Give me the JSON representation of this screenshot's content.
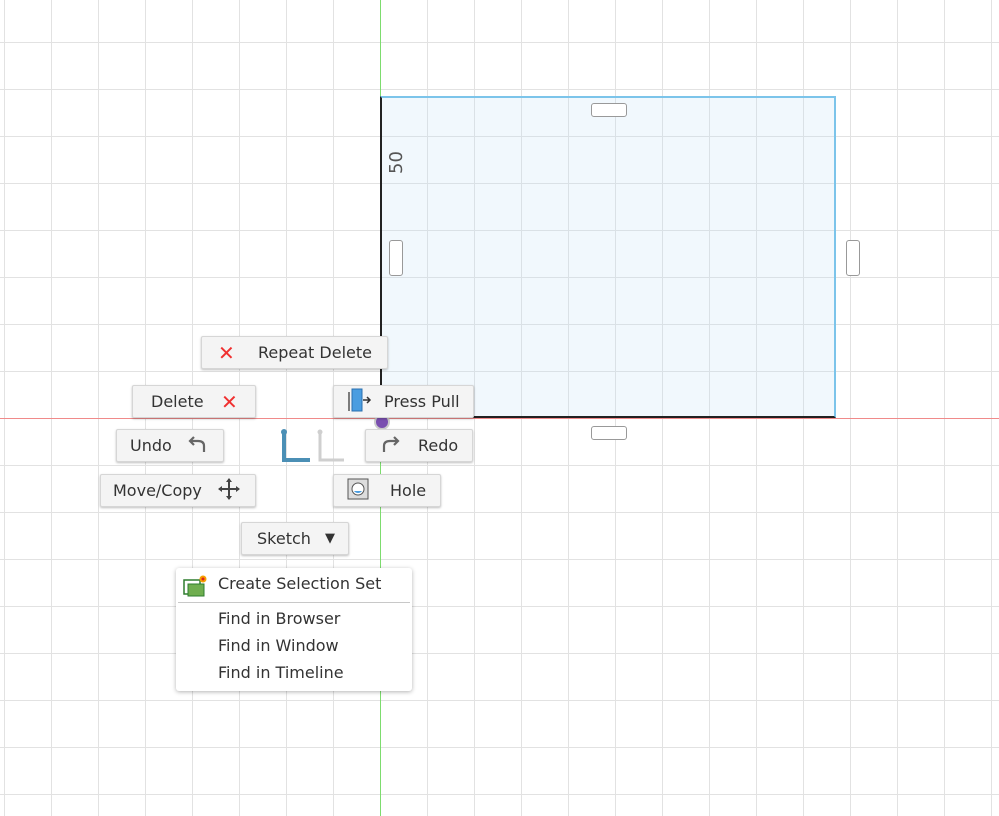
{
  "sketch": {
    "dimension_label": "50"
  },
  "marking_menu": {
    "repeat_delete": "Repeat Delete",
    "delete": "Delete",
    "press_pull": "Press Pull",
    "undo": "Undo",
    "redo": "Redo",
    "move_copy": "Move/Copy",
    "hole": "Hole",
    "sketch": "Sketch"
  },
  "context_menu": {
    "items": [
      {
        "label": "Create Selection Set"
      },
      {
        "label": "Find in Browser"
      },
      {
        "label": "Find in Window"
      },
      {
        "label": "Find in Timeline"
      }
    ]
  },
  "colors": {
    "y_axis": "#7ddc6e",
    "x_axis": "#f08a8a",
    "selection": "#7cc4ea",
    "delete_icon": "#f03030"
  }
}
